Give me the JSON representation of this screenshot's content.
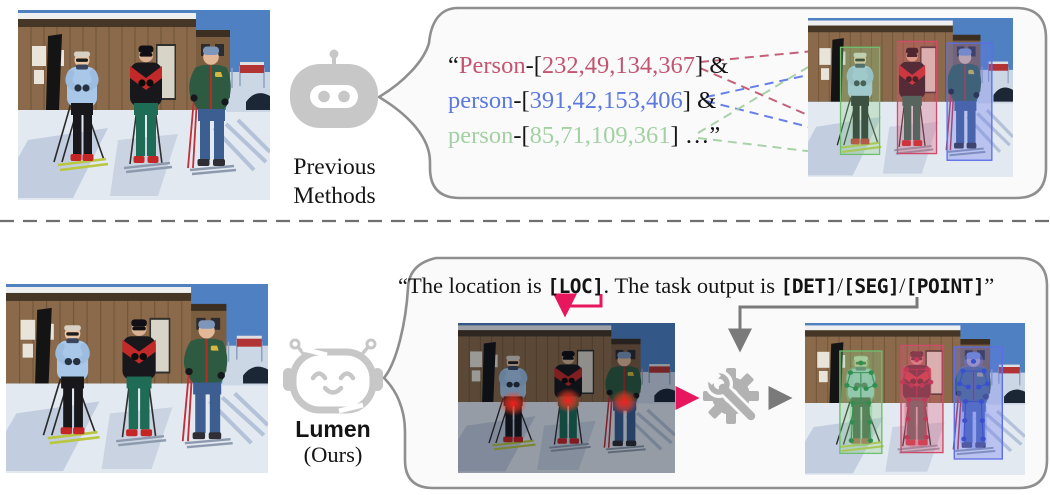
{
  "colors": {
    "person_red": "#c25570",
    "person_blue": "#5c79de",
    "person_green": "#a3d1a3",
    "arrow_pink": "#e8175d",
    "arrow_gray": "#7a7a7a",
    "robot_gray": "#c7c7c7",
    "bubble_border": "#8f8f8f",
    "bubble_fill": "#fafafb",
    "divider_gray": "#6f6f6f",
    "text_black": "#141414"
  },
  "icons": {
    "previous_methods": "robot-head-icon",
    "lumen": "robot-smile-icon",
    "processor": "gear-wrench-icon"
  },
  "top_section": {
    "robot_caption_line1": "Previous",
    "robot_caption_line2": "Methods",
    "bubble": {
      "open_quote": "“",
      "lines": [
        {
          "label": "Person",
          "sep": "-[",
          "numbers": "232,49,134,367",
          "close": "]",
          "tail": " &"
        },
        {
          "label": "person",
          "sep": "-[",
          "numbers": "391,42,153,406",
          "close": "]",
          "tail": " &"
        },
        {
          "label": "person",
          "sep": "-[",
          "numbers": "85,71,109,361",
          "close": "]",
          "tail": " …”"
        }
      ]
    }
  },
  "bottom_section": {
    "robot_name": "Lumen",
    "robot_caption": "(Ours)",
    "bubble_sentence": [
      {
        "text": "“The location is "
      },
      {
        "text": "[LOC]"
      },
      {
        "text": ". The task output is "
      },
      {
        "text": "[DET]"
      },
      {
        "text": "/"
      },
      {
        "text": "[SEG]"
      },
      {
        "text": "/"
      },
      {
        "text": "[POINT]"
      },
      {
        "text": "”"
      }
    ]
  }
}
